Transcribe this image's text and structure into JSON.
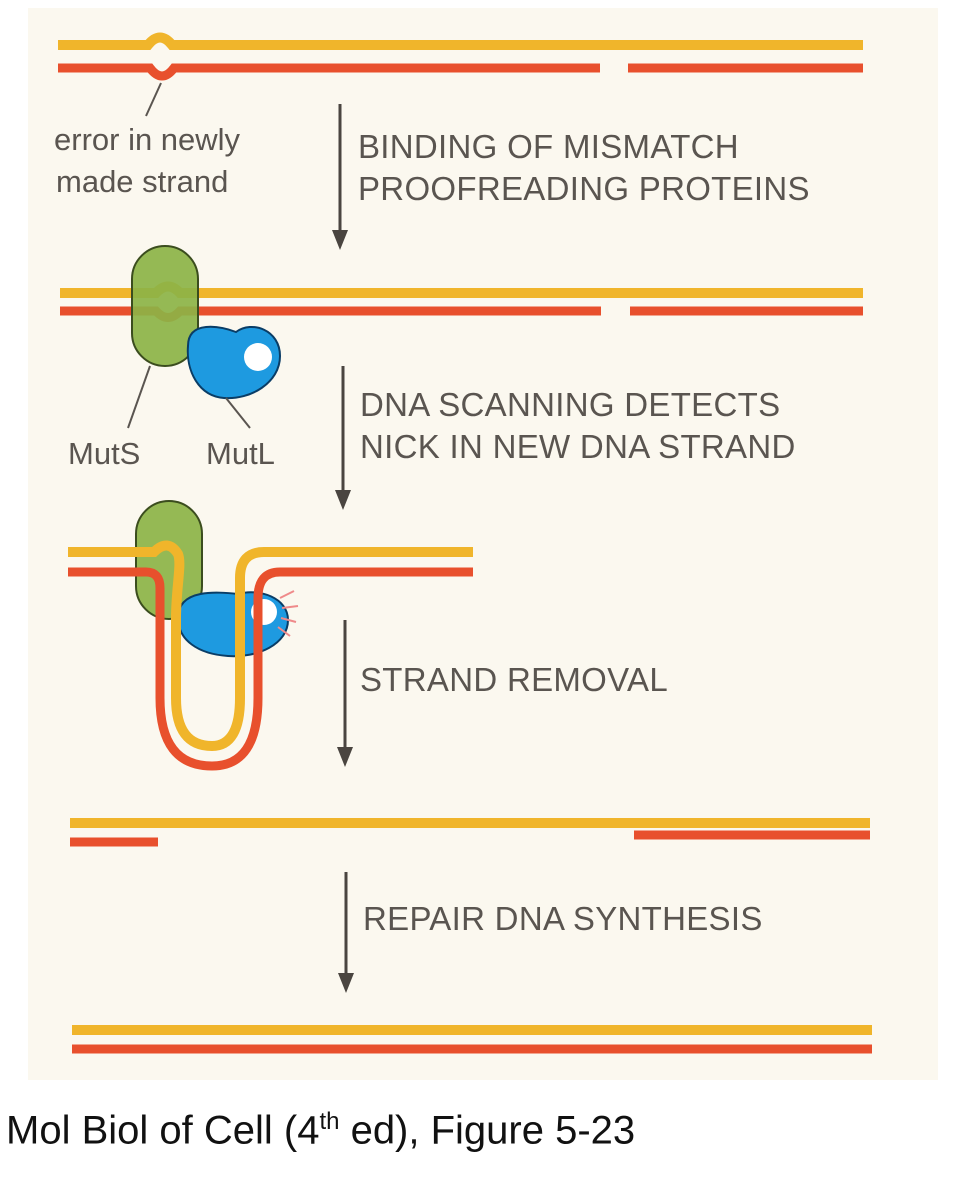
{
  "figure": {
    "steps": [
      "BINDING OF MISMATCH",
      "PROOFREADING PROTEINS",
      "DNA SCANNING DETECTS",
      "NICK IN NEW DNA STRAND",
      "STRAND REMOVAL",
      "REPAIR DNA SYNTHESIS"
    ],
    "error_label": [
      "error in newly",
      "made strand"
    ],
    "protein_labels": {
      "muts": "MutS",
      "mutl": "MutL"
    },
    "colors": {
      "template_strand": "#f0b52b",
      "new_strand": "#e8502d",
      "muts": "#8cb347",
      "mutl": "#1e9ae0",
      "arrow": "#4a4540",
      "background": "#fbf8ef"
    }
  },
  "caption": {
    "prefix": "Mol Biol of Cell (4",
    "superscript": "th",
    "suffix": " ed), Figure 5-23"
  }
}
